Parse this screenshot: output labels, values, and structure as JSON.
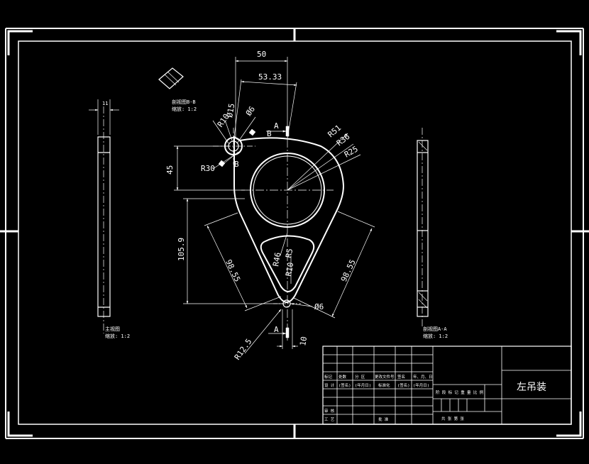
{
  "drawing": {
    "title": "左吊装",
    "section_bb": {
      "title": "剖视图B-B",
      "scale": "缩放: 1:2"
    },
    "section_aa": {
      "title": "剖视图A-A",
      "scale": "缩放: 1:2"
    },
    "main_view": {
      "title": "主视图",
      "scale": "缩放: 1:2"
    },
    "dimensions": {
      "d50": "50",
      "d5333": "53.33",
      "phi15": "Ø15",
      "phi6_top": "Ø6",
      "r10_top": "R10",
      "r30": "R30",
      "d45": "45",
      "r51": "R51",
      "r36": "R36",
      "r25": "R25",
      "d1059": "105.9",
      "d9855_l": "98.55",
      "d9855_r": "98.55",
      "r46": "R46",
      "r5": "R5",
      "r10_mid": "R10",
      "phi6_bot": "Ø6",
      "r125": "R12.5",
      "d10": "10",
      "thick": "11",
      "label_a_top": "A",
      "label_a_bot": "A",
      "label_b_top": "B",
      "label_b_bot": "B"
    },
    "title_block": {
      "row1": [
        "标记",
        "处数",
        "分 区",
        "更改文件号",
        "签名",
        "年、月、日"
      ],
      "row2": [
        "设 计",
        "(签名)",
        "(年月日)",
        "标准化",
        "(签名)",
        "(年月日)"
      ],
      "row3": [
        "审 核",
        "",
        "",
        "",
        "",
        ""
      ],
      "row4": [
        "工 艺",
        "",
        "",
        "批 准",
        "",
        ""
      ],
      "stage_header": "阶 段 标 记   重 量   比 例",
      "sheet_footer": "共     张    第     张"
    }
  }
}
